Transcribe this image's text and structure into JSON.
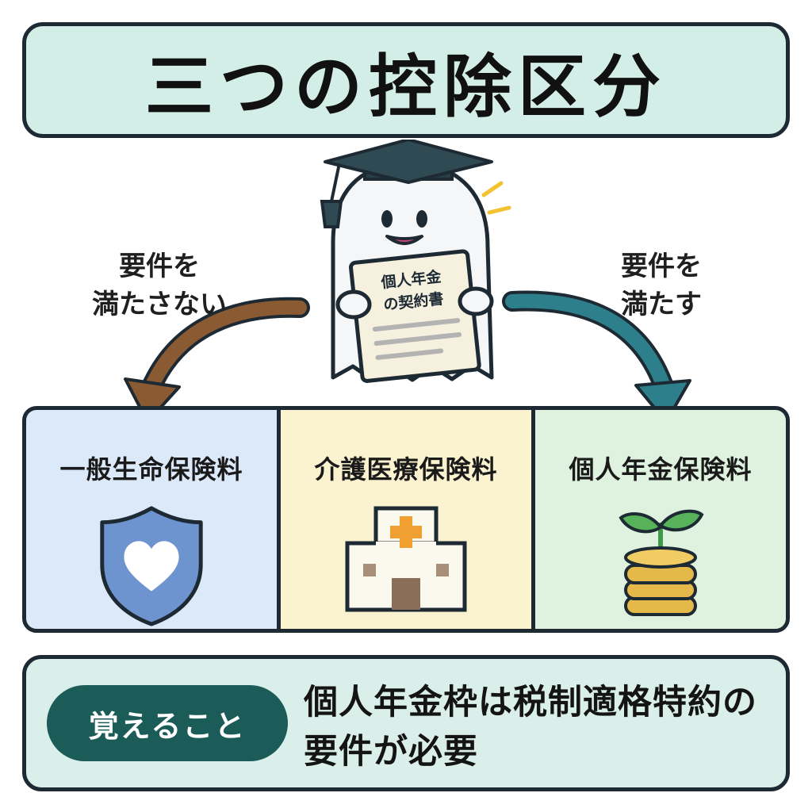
{
  "title": "三つの控除区分",
  "document": {
    "line1": "個人年金",
    "line2": "の契約書"
  },
  "conditions": {
    "left": {
      "line1": "要件を",
      "line2": "満たさない"
    },
    "right": {
      "line1": "要件を",
      "line2": "満たす"
    }
  },
  "panels": [
    {
      "label": "一般生命保険料",
      "icon": "shield-heart-icon",
      "color": "#dbe9f8"
    },
    {
      "label": "介護医療保険料",
      "icon": "hospital-icon",
      "color": "#fbf2cf"
    },
    {
      "label": "個人年金保険料",
      "icon": "sprout-coins-icon",
      "color": "#def2df"
    }
  ],
  "memo": {
    "badge": "覚えること",
    "line1": "個人年金枠は税制適格特約の",
    "line2": "要件が必要"
  },
  "colors": {
    "title_bg": "#d3eee7",
    "arrow_left": "#8a5a32",
    "arrow_right": "#2e7f8c",
    "badge_bg": "#1b5b58",
    "border": "#1d2a33"
  }
}
